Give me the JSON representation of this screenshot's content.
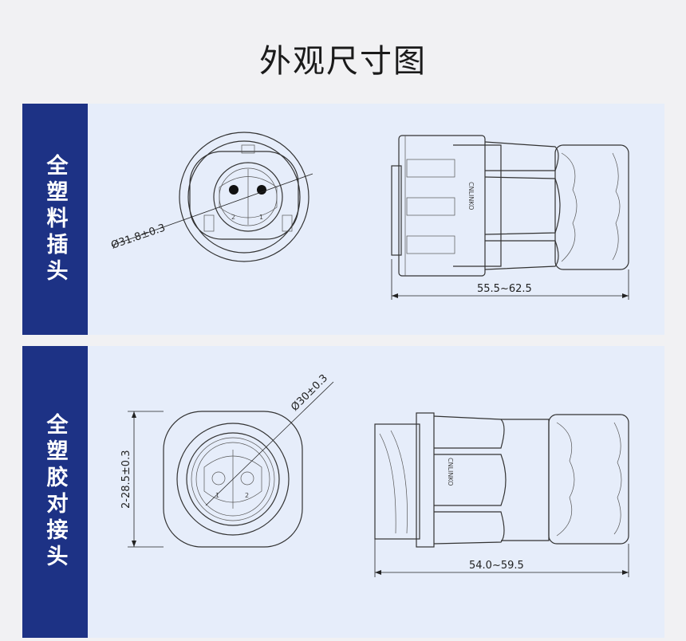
{
  "title": "外观尺寸图",
  "sections": [
    {
      "label": "全塑料插头",
      "front_view": {
        "diameter": "Ø31.8±0.3",
        "pin_labels": [
          "2",
          "1"
        ]
      },
      "side_view": {
        "length": "55.5~62.5",
        "brand_mark": "CNLINKO"
      }
    },
    {
      "label": "全塑胶对接头",
      "front_view": {
        "diameter": "Ø30±0.3",
        "mount_height": "2-28.5±0.3",
        "pin_labels": [
          "1",
          "2"
        ]
      },
      "side_view": {
        "length": "54.0~59.5",
        "brand_mark": "CNLINKO"
      }
    }
  ]
}
